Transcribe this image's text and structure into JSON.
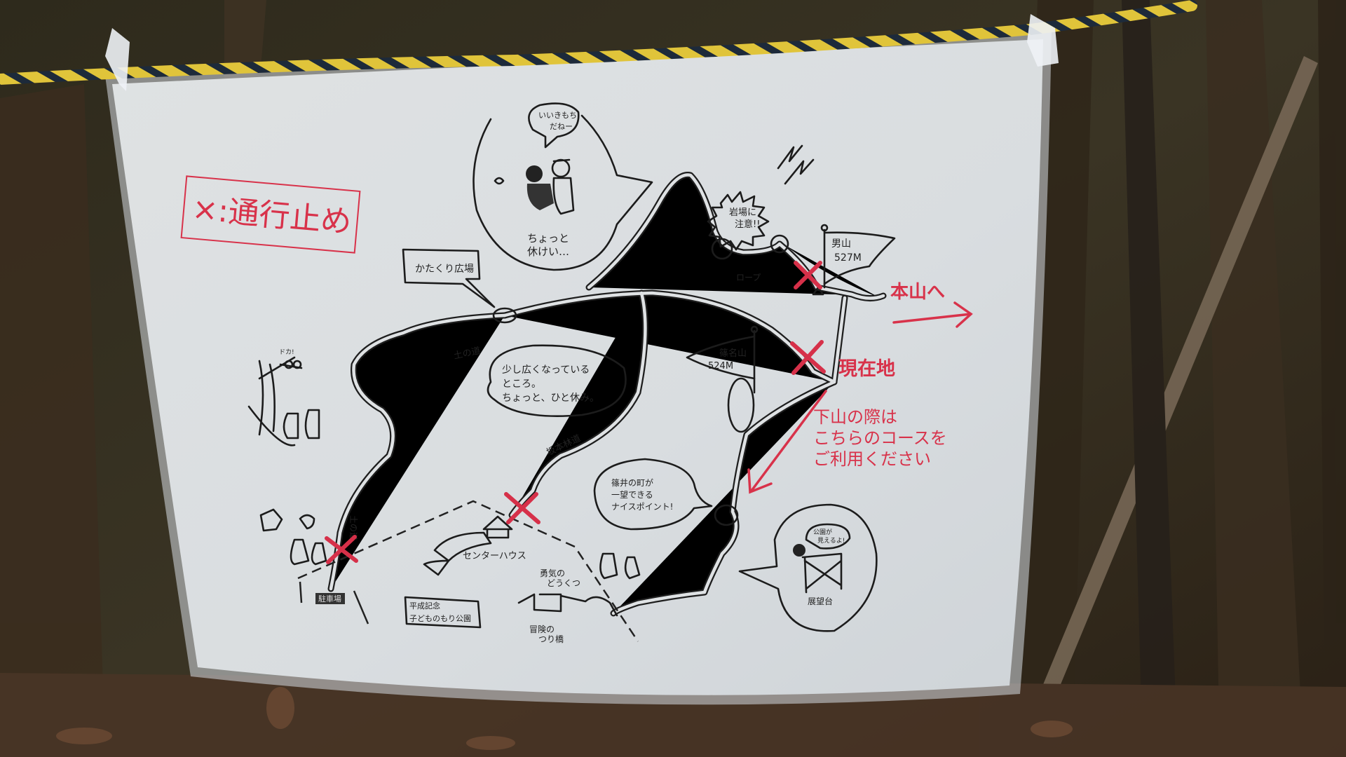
{
  "sign": {
    "legend": "×:通行止め",
    "katakuri_plaza": "かたくり広場",
    "rest_bubble_speech": [
      "いいきもち",
      "だねー"
    ],
    "rest_bubble_caption": [
      "ちょっと",
      "休けい…"
    ],
    "rock_warning": [
      "岩場に",
      "注意!!"
    ],
    "rope_label": "ロープ",
    "otokoyama": {
      "name": "男山",
      "elevation": "527M"
    },
    "to_main_peak": "本山へ",
    "haruna": {
      "name": "篠名山",
      "elevation": "524M"
    },
    "current_location": "現在地",
    "descent_note": [
      "下山の際は",
      "こちらのコースを",
      "ご利用ください"
    ],
    "dirt_road": "土の道",
    "wide_spot_bubble": [
      "少し広くなっている",
      "ところ。",
      "ちょっと、ひと休み。"
    ],
    "forest_road": "坂本林道",
    "view_bubble": [
      "篠井の町が",
      "一望できる",
      "ナイスポイント!"
    ],
    "center_house": "センターハウス",
    "courage_cave": [
      "勇気の",
      "どうくつ"
    ],
    "adventure_bridge": [
      "冒険の",
      "つり橋"
    ],
    "parking": "駐車場",
    "park_name": [
      "平成記念",
      "子どものもり公園"
    ],
    "observatory": "展望台",
    "observatory_speech": [
      "公園が",
      "見えるよ!"
    ],
    "bird_text": "ドカ!",
    "colors": {
      "closure_red": "#d63049",
      "paper": "#dfe2e4",
      "ink": "#1c1c1c",
      "rope_yellow": "#e0c43a",
      "rope_dark": "#1d2a3a"
    }
  }
}
